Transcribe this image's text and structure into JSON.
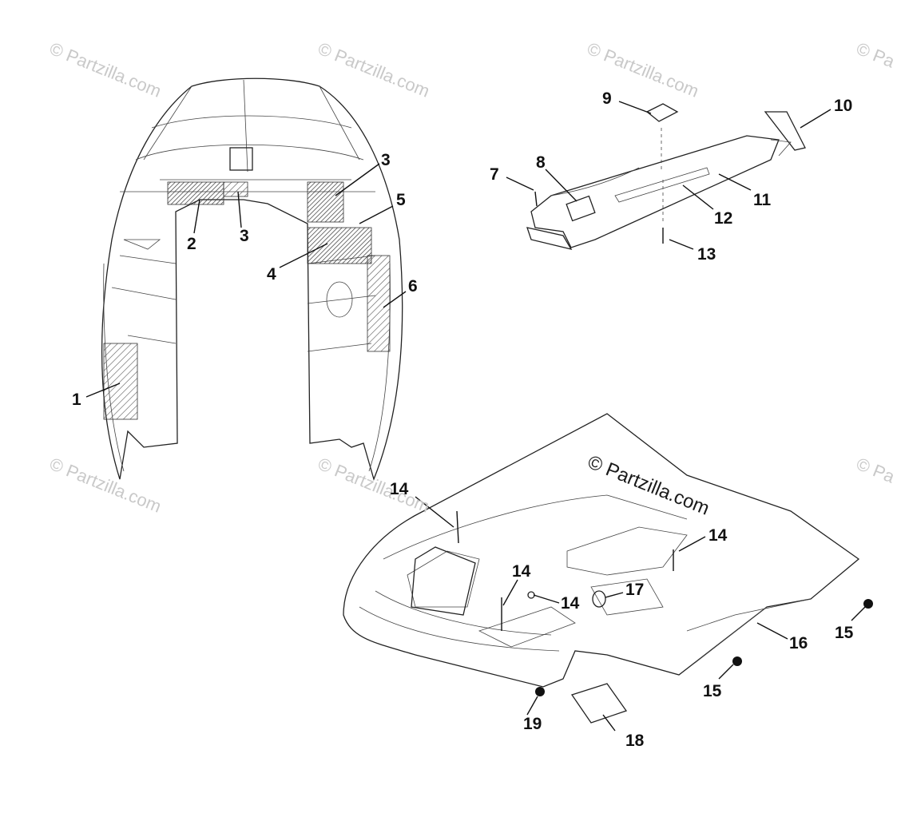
{
  "watermarks": [
    "© Partzilla.com",
    "© Partzilla.com",
    "© Partzilla.com",
    "© Pa",
    "© Partzilla.com",
    "© Partzilla.com",
    "© Pa"
  ],
  "center_watermark": "© Partzilla.com",
  "callouts": [
    "1",
    "2",
    "3",
    "3",
    "4",
    "5",
    "6",
    "7",
    "8",
    "9",
    "10",
    "11",
    "12",
    "13",
    "14",
    "14",
    "14",
    "14",
    "15",
    "15",
    "16",
    "17",
    "18",
    "19"
  ]
}
